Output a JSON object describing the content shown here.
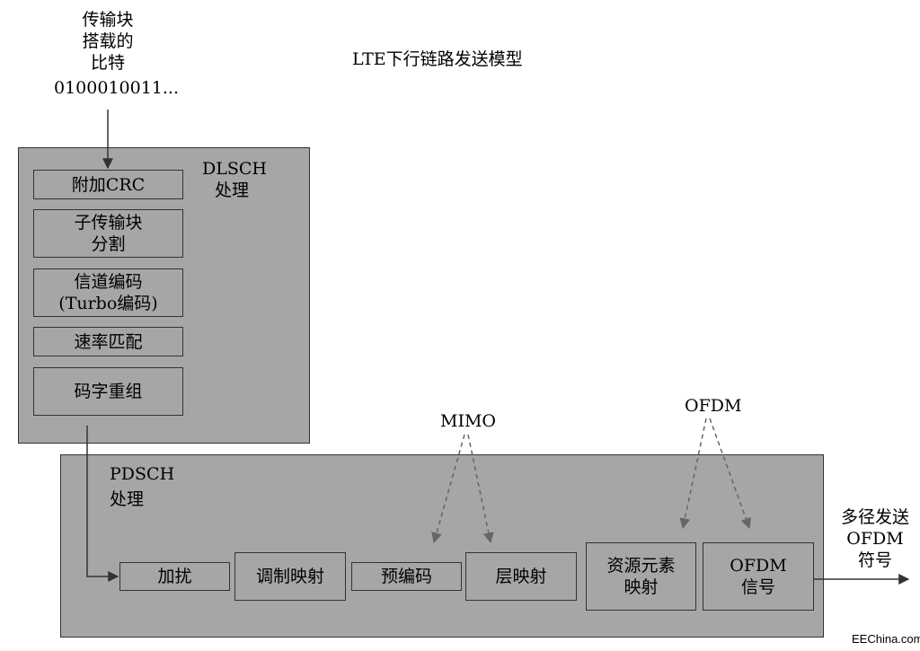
{
  "title": "LTE下行链路发送模型",
  "input": {
    "lines": [
      "传输块",
      "搭载的",
      "比特"
    ],
    "bits": "0100010011..."
  },
  "dlsch": {
    "label_lines": [
      "DLSCH",
      "处理"
    ],
    "blocks": [
      {
        "lines": [
          "附加CRC"
        ]
      },
      {
        "lines": [
          "子传输块",
          "分割"
        ]
      },
      {
        "lines": [
          "信道编码",
          "(Turbo编码)"
        ]
      },
      {
        "lines": [
          "速率匹配"
        ]
      },
      {
        "lines": [
          "码字重组"
        ]
      }
    ]
  },
  "pdsch": {
    "label_lines": [
      "PDSCH",
      "处理"
    ],
    "blocks": [
      {
        "lines": [
          "加扰"
        ]
      },
      {
        "lines": [
          "调制映射"
        ]
      },
      {
        "lines": [
          "预编码"
        ]
      },
      {
        "lines": [
          "层映射"
        ]
      },
      {
        "lines": [
          "资源元素",
          "映射"
        ]
      },
      {
        "lines": [
          "OFDM",
          "信号"
        ]
      }
    ]
  },
  "annotations": {
    "mimo": "MIMO",
    "ofdm": "OFDM"
  },
  "output": {
    "lines": [
      "多径发送",
      "OFDM",
      "符号"
    ]
  },
  "watermark": "EEChina.com",
  "colors": {
    "fill": "#a6a6a6",
    "border": "#333333",
    "dashed_arrow": "#666666"
  }
}
